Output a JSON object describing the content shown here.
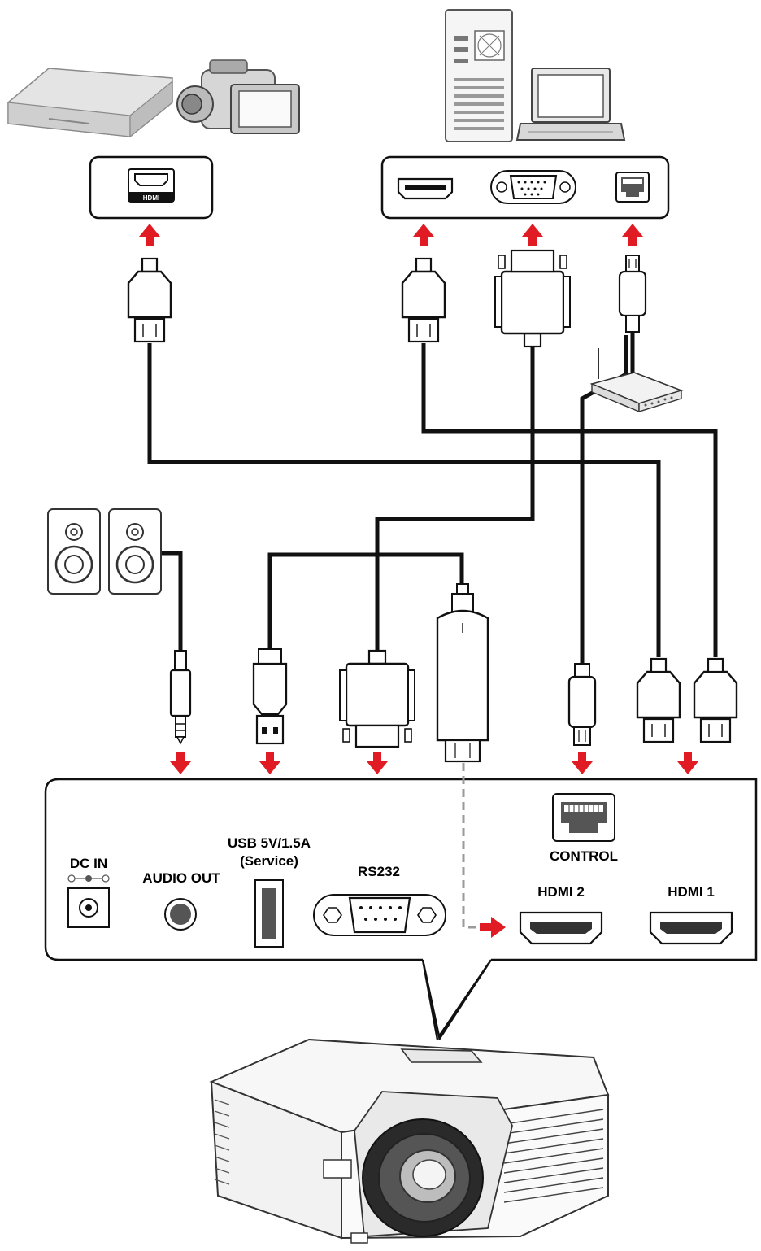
{
  "ports": {
    "dc_in": "DC IN",
    "audio_out": "AUDIO OUT",
    "usb_line1": "USB 5V/1.5A",
    "usb_line2": "(Service)",
    "rs232": "RS232",
    "control": "CONTROL",
    "hdmi2": "HDMI 2",
    "hdmi1": "HDMI 1",
    "source_hdmi_badge": "HDMI"
  },
  "colors": {
    "arrow": "#e01b24",
    "cable": "#111111",
    "outline": "#1a1a1a",
    "dashed": "#9a9a9a"
  },
  "icons": [
    "dvd-player-icon",
    "camcorder-icon",
    "desktop-tower-icon",
    "laptop-icon",
    "router-icon",
    "speaker-icon",
    "projector-icon"
  ]
}
